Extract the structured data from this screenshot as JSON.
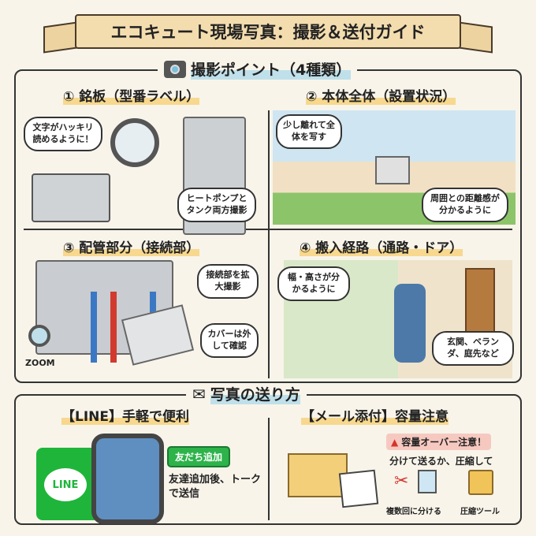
{
  "title": "エコキュート現場写真：撮影＆送付ガイド",
  "shooting": {
    "heading": "撮影ポイント（4種類）",
    "cells": [
      {
        "title": "① 銘板（型番ラベル）",
        "bubbles": [
          "文字がハッキリ読めるように！",
          "ヒートポンプとタンク両方撮影"
        ]
      },
      {
        "title": "② 本体全体（設置状況）",
        "bubbles": [
          "少し離れて全体を写す",
          "周囲との距離感が分かるように"
        ]
      },
      {
        "title": "③ 配管部分（接続部）",
        "bubbles": [
          "接続部を拡大撮影",
          "カバーは外して確認"
        ],
        "zoom_label": "ZOOM"
      },
      {
        "title": "④ 搬入経路（通路・ドア）",
        "bubbles": [
          "幅・高さが分かるように",
          "玄関、ベランダ、庭先など"
        ]
      }
    ]
  },
  "sending": {
    "heading": "写真の送り方",
    "line": {
      "title": "【LINE】手軽で便利",
      "logo": "LINE",
      "add_friend": "友だち追加",
      "desc": "友達追加後、トークで送信"
    },
    "mail": {
      "title": "【メール添付】容量注意",
      "warning": "容量オーバー注意！",
      "desc": "分けて送るか、圧縮して",
      "options": [
        "複数回に分ける",
        "圧縮ツール"
      ]
    }
  },
  "colors": {
    "accent": "#e57a3a",
    "line_green": "#1fb53a",
    "warning_bg": "#f6c9c0"
  }
}
